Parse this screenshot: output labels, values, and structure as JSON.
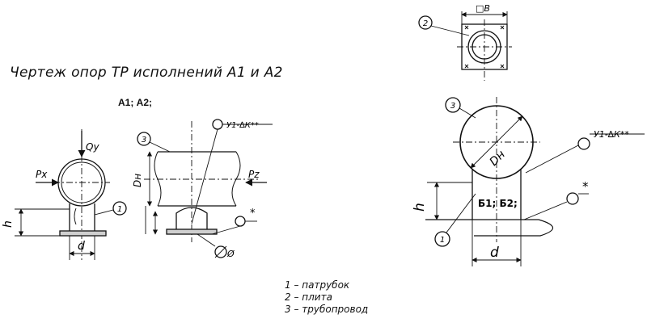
{
  "title": "Чертеж опор ТР исполнений А1 и А2",
  "variants_left": "А1; А2;",
  "variants_right": "Б1; Б2;",
  "labels": {
    "load_vertical": "Qy",
    "force_x": "Px",
    "force_z": "Pz",
    "dim_h": "h",
    "dim_d": "d",
    "dim_dn": "Dн",
    "dim_b": "□B",
    "tolerance": "У1-∆К**",
    "star": "*",
    "diameter": "Ø",
    "callout_1": "1",
    "callout_2": "2",
    "callout_3": "3"
  },
  "legend": [
    "1 – патрубок",
    "2 – плита",
    "3 – трубопровод"
  ]
}
